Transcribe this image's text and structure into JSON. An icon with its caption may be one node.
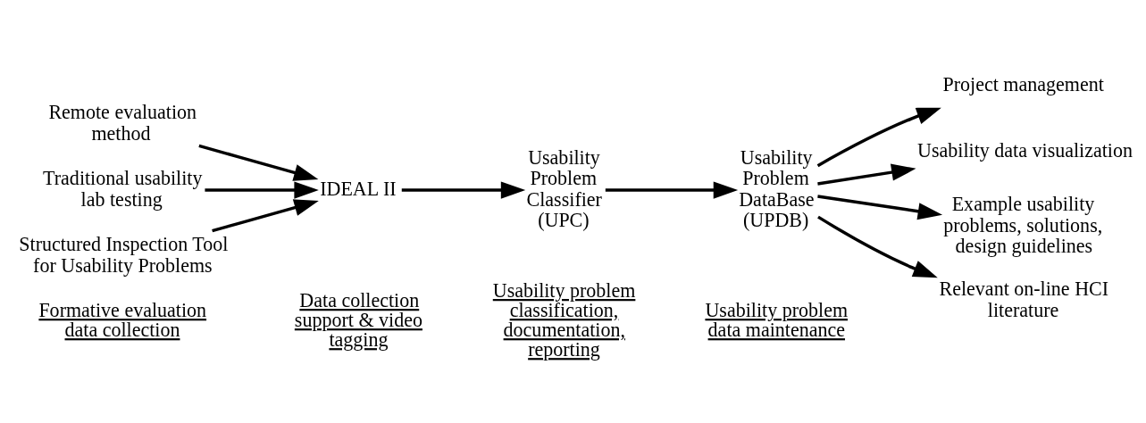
{
  "diagram": {
    "nodes": [
      {
        "text": [
          "Remote evaluation method"
        ]
      },
      {
        "text": [
          "Traditional usability lab testing"
        ]
      },
      {
        "text": [
          "Structured Inspection Tool for Usability Problems"
        ]
      },
      {
        "text": [
          "IDEAL II"
        ]
      },
      {
        "text": [
          "Usability Problem Classifier (UPC)"
        ]
      },
      {
        "text": [
          "Usability Problem DataBase (UPDB)"
        ]
      },
      {
        "text": [
          "Project management"
        ]
      },
      {
        "text": [
          "Usability data visualization"
        ]
      },
      {
        "text": [
          "Example usability problems, solutions, design guidelines"
        ]
      },
      {
        "text": [
          "Relevant on-line HCI literature"
        ]
      }
    ],
    "edges": [
      {
        "from": 0,
        "to": 3,
        "arrow": "to"
      },
      {
        "from": 1,
        "to": 3,
        "arrow": "to"
      },
      {
        "from": 2,
        "to": 3,
        "arrow": "to"
      },
      {
        "from": 3,
        "to": 4,
        "arrow": "to"
      },
      {
        "from": 4,
        "to": 5,
        "arrow": "to"
      },
      {
        "from": 5,
        "to": 6,
        "arrow": "to"
      },
      {
        "from": 5,
        "to": 7,
        "arrow": "to"
      },
      {
        "from": 5,
        "to": 8,
        "arrow": "to"
      },
      {
        "from": 5,
        "to": 9,
        "arrow": "to"
      }
    ],
    "labels": [
      "Formative evaluation data collection",
      "Data collection support & video tagging",
      "Usability problem classification, documentation, reporting",
      "Usability problem data maintenance"
    ]
  }
}
